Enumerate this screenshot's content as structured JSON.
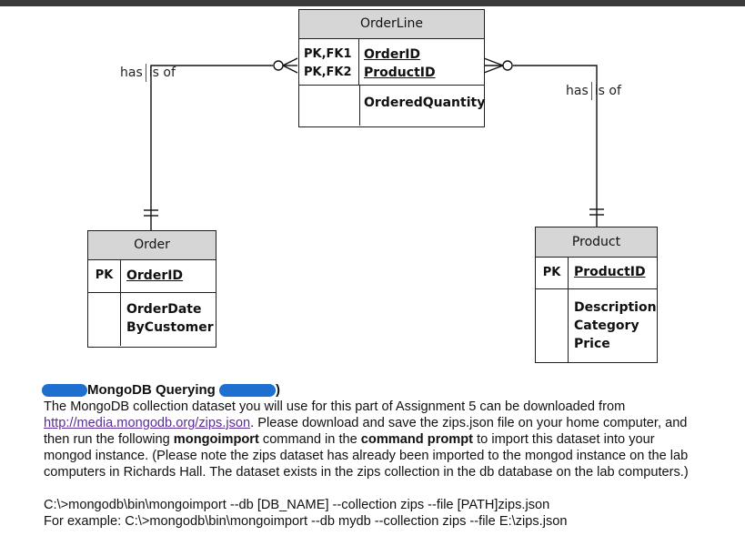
{
  "diagram": {
    "orderline": {
      "title": "OrderLine",
      "key_labels": [
        "PK,FK1",
        "PK,FK2"
      ],
      "keys": [
        "OrderID",
        "ProductID"
      ],
      "attrs": [
        "OrderedQuantity"
      ]
    },
    "order": {
      "title": "Order",
      "key_label": "PK",
      "key": "OrderID",
      "attrs": [
        "OrderDate",
        "ByCustomer"
      ]
    },
    "product": {
      "title": "Product",
      "key_label": "PK",
      "key": "ProductID",
      "attrs": [
        "Description",
        "Category",
        "Price"
      ]
    },
    "rel_left": {
      "a": "has",
      "b": "is of"
    },
    "rel_right": {
      "a": "has",
      "b": "is of"
    }
  },
  "doc": {
    "heading": "MongoDB Querying",
    "heading_close": ")",
    "para1_a": "The MongoDB collection dataset you will use for this part of Assignment 5 can be downloaded from",
    "link": "http://media.mongodb.org/zips.json",
    "para1_b": ". Please download and save the zips.json file on your home computer, and then run the following ",
    "bold1": "mongoimport",
    "para1_c": " command in the ",
    "bold2": "command prompt",
    "para1_d": " to import this dataset into your mongod instance. (Please note the zips dataset has already been imported to the mongod instance on the lab computers in Richards Hall. The dataset exists in the zips collection in the db database on the lab computers.)",
    "cmd1": "C:\\>mongodb\\bin\\mongoimport --db [DB_NAME]  --collection zips --file [PATH]zips.json",
    "cmd2": "For example: C:\\>mongodb\\bin\\mongoimport --db mydb  --collection zips --file E:\\zips.json"
  },
  "colors": {
    "header_fill": "#d6d6d6",
    "link": "#5b2b9c",
    "redaction": "#1e6fd0",
    "topbar": "#3b3b3b"
  }
}
